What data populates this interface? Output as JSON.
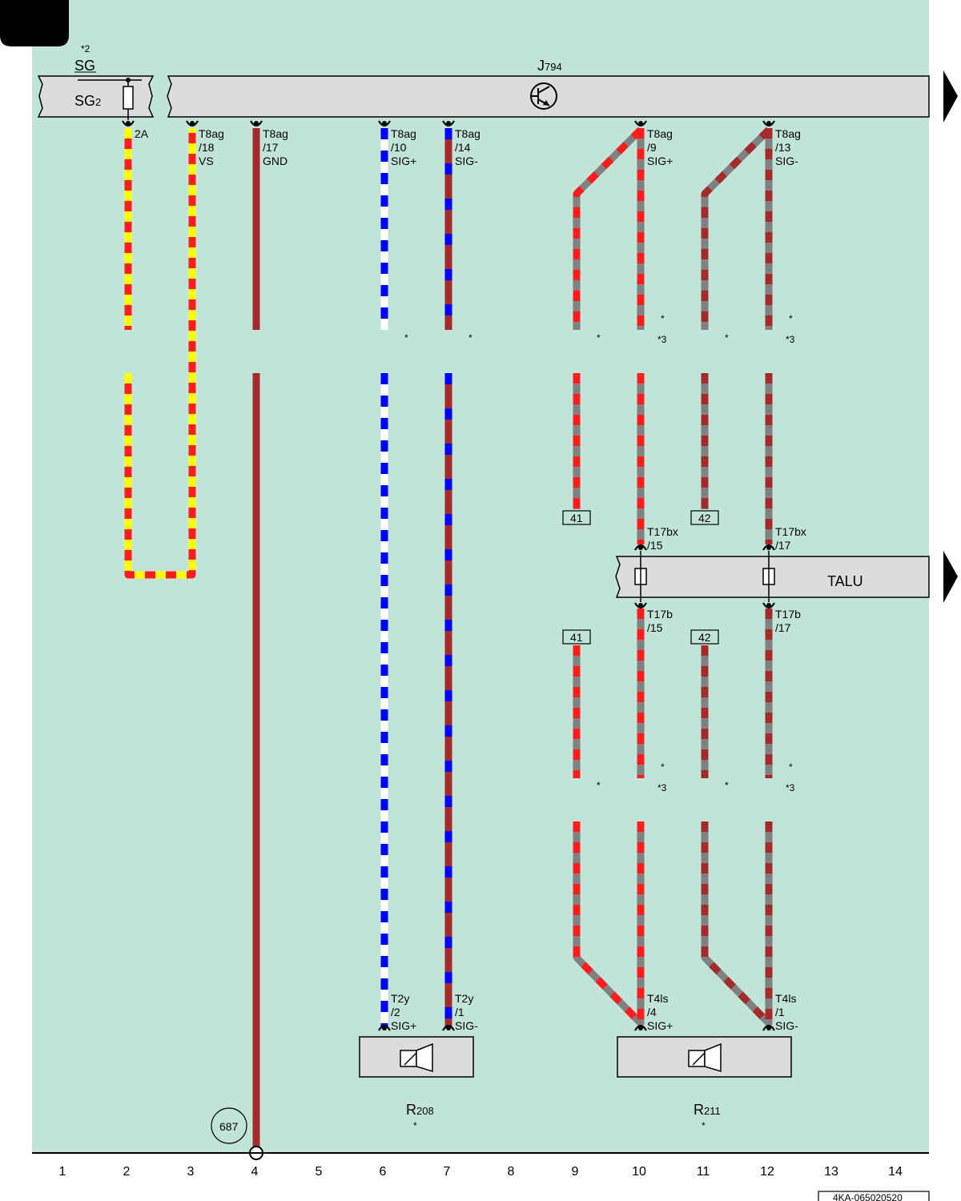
{
  "colors": {
    "background": "#c0e4d8",
    "component_fill": "#dcdcdc",
    "red": "#ff1c1c",
    "yellow": "#ffff00",
    "brown": "#a52a2a",
    "blue": "#0000ff",
    "white": "#ffffff",
    "grey": "#808080"
  },
  "page": {
    "corner_tab": "",
    "doc_code": "4KA-065020520"
  },
  "components": {
    "sg": {
      "note": "*2",
      "label": "SG",
      "inner_label": "SG",
      "inner_sub": "2",
      "fuse_icon": "fuse-icon"
    },
    "j794": {
      "label": "J",
      "sub": "794",
      "icon": "transistor-icon"
    },
    "talu": {
      "label": "TALU"
    },
    "r208": {
      "label": "R",
      "sub": "208",
      "note": "*",
      "icon": "speaker-icon"
    },
    "r211": {
      "label": "R",
      "sub": "211",
      "note": "*",
      "icon": "speaker-icon"
    }
  },
  "pins": {
    "sg_2a": "2A",
    "t8ag_18": [
      "T8ag",
      "/18",
      "VS"
    ],
    "t8ag_17": [
      "T8ag",
      "/17",
      "GND"
    ],
    "t8ag_10": [
      "T8ag",
      "/10",
      "SIG+"
    ],
    "t8ag_14": [
      "T8ag",
      "/14",
      "SIG-"
    ],
    "t8ag_9": [
      "T8ag",
      "/9",
      "SIG+"
    ],
    "t8ag_13": [
      "T8ag",
      "/13",
      "SIG-"
    ],
    "t17bx_15": [
      "T17bx",
      "/15"
    ],
    "t17bx_17": [
      "T17bx",
      "/17"
    ],
    "t17b_15": [
      "T17b",
      "/15"
    ],
    "t17b_17": [
      "T17b",
      "/17"
    ],
    "t2y_2": [
      "T2y",
      "/2",
      "SIG+"
    ],
    "t2y_1": [
      "T2y",
      "/1",
      "SIG-"
    ],
    "t4ls_4": [
      "T4ls",
      "/4",
      "SIG+"
    ],
    "t4ls_1": [
      "T4ls",
      "/1",
      "SIG-"
    ]
  },
  "notes": {
    "star": "*",
    "star3": "*3"
  },
  "refs": {
    "ref_41": "41",
    "ref_42": "42",
    "ground_point": "687"
  },
  "column_numbers": [
    "1",
    "2",
    "3",
    "4",
    "5",
    "6",
    "7",
    "8",
    "9",
    "10",
    "11",
    "12",
    "13",
    "14"
  ]
}
